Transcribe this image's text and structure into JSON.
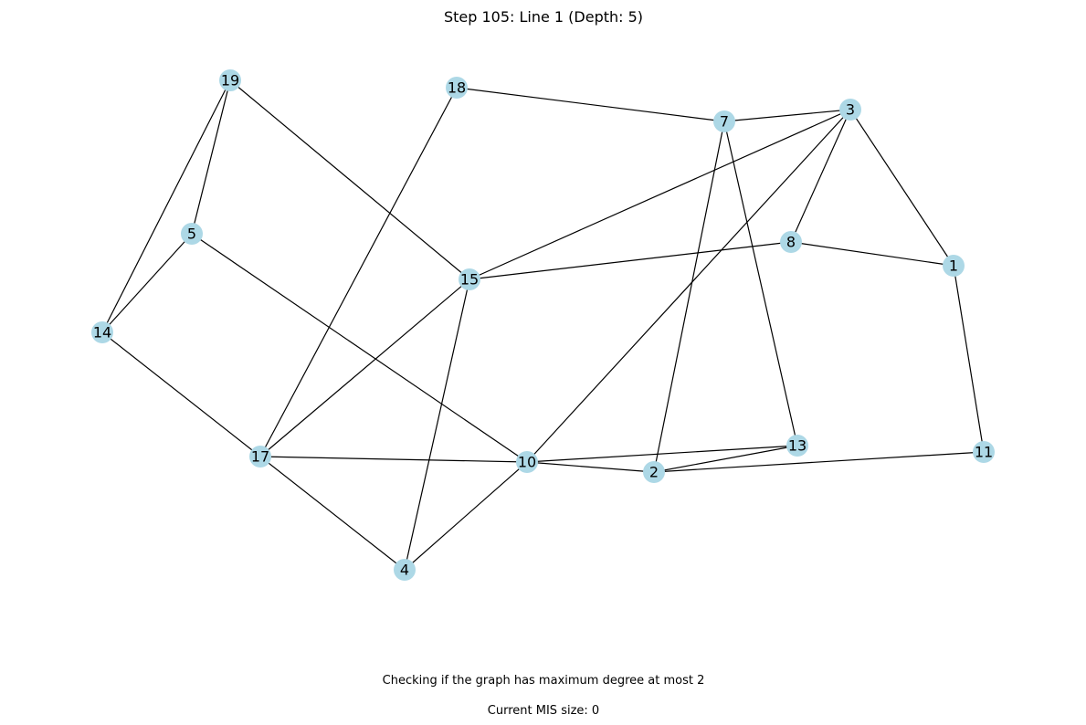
{
  "title": "Step 105: Line 1 (Depth: 5)",
  "status_message": "Checking if the graph has maximum degree at most 2",
  "mis_size_text": "Current MIS size: 0",
  "colors": {
    "node_fill": "#add8e6",
    "edge": "#000000"
  },
  "graph": {
    "nodes": [
      "19",
      "18",
      "7",
      "3",
      "5",
      "8",
      "1",
      "15",
      "14",
      "17",
      "10",
      "13",
      "11",
      "2",
      "4"
    ],
    "edges": [
      [
        "18",
        "7"
      ],
      [
        "7",
        "3"
      ],
      [
        "3",
        "15"
      ],
      [
        "3",
        "10"
      ],
      [
        "3",
        "8"
      ],
      [
        "3",
        "1"
      ],
      [
        "19",
        "5"
      ],
      [
        "19",
        "14"
      ],
      [
        "19",
        "15"
      ],
      [
        "5",
        "14"
      ],
      [
        "5",
        "10"
      ],
      [
        "18",
        "17"
      ],
      [
        "8",
        "15"
      ],
      [
        "8",
        "1"
      ],
      [
        "1",
        "11"
      ],
      [
        "15",
        "17"
      ],
      [
        "15",
        "4"
      ],
      [
        "14",
        "17"
      ],
      [
        "17",
        "10"
      ],
      [
        "17",
        "4"
      ],
      [
        "10",
        "4"
      ],
      [
        "10",
        "2"
      ],
      [
        "10",
        "13"
      ],
      [
        "13",
        "2"
      ],
      [
        "2",
        "11"
      ],
      [
        "7",
        "2"
      ],
      [
        "7",
        "13"
      ]
    ]
  }
}
